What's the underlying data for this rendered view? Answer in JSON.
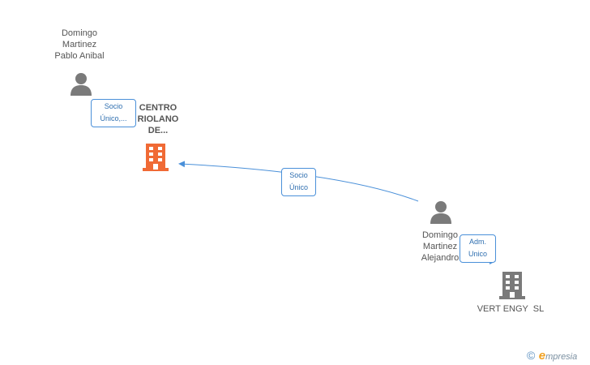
{
  "nodes": {
    "person_pablo": {
      "lines": [
        "Domingo",
        "Martinez",
        "Pablo Anibal"
      ]
    },
    "company_centro": {
      "lines": [
        "CENTRO",
        "RIOLANO",
        "DE..."
      ]
    },
    "person_alejandro": {
      "lines": [
        "Domingo",
        "Martinez",
        "Alejandro"
      ]
    },
    "company_vert": {
      "lines": [
        "VERT ENGY  SL"
      ]
    }
  },
  "edges": {
    "pablo_centro": {
      "lines": [
        "Socio",
        "Único,..."
      ]
    },
    "alejandro_centro": {
      "lines": [
        "Socio",
        "Único"
      ]
    },
    "alejandro_vert": {
      "lines": [
        "Adm.",
        "Unico"
      ]
    }
  },
  "colors": {
    "person_icon": "#7a7a7a",
    "highlight_company": "#f06a35",
    "company_icon": "#7a7a7a",
    "edge": "#4a90d9"
  },
  "footer": {
    "copyright": "©",
    "brand_initial": "e",
    "brand_rest": "mpresia"
  }
}
